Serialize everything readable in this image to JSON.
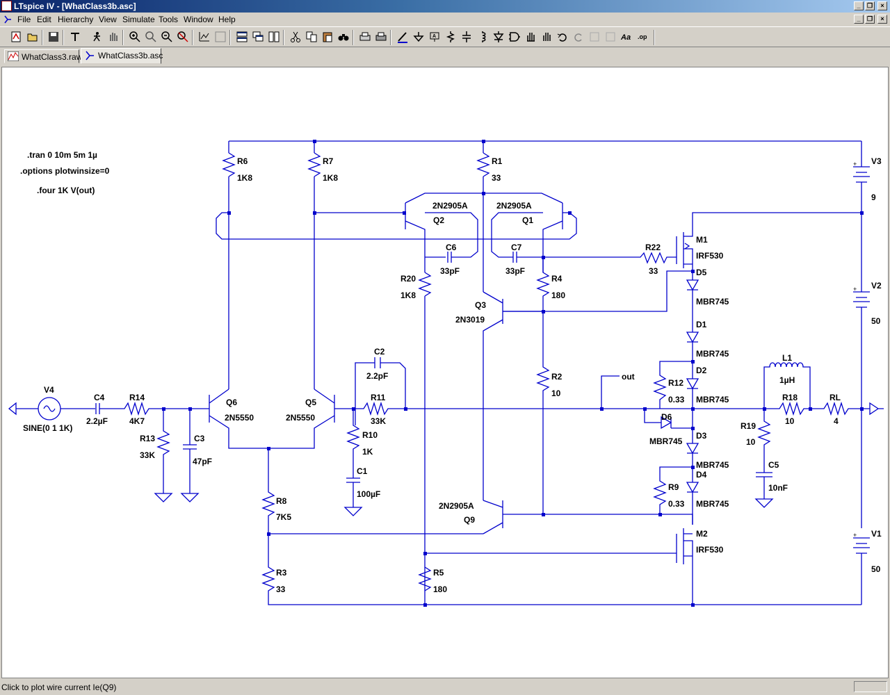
{
  "window": {
    "title": "LTspice IV - [WhatClass3b.asc]"
  },
  "menu": [
    "File",
    "Edit",
    "Hierarchy",
    "View",
    "Simulate",
    "Tools",
    "Window",
    "Help"
  ],
  "tabs": [
    {
      "label": "WhatClass3.raw",
      "active": false,
      "icon": "waveform-icon"
    },
    {
      "label": "WhatClass3b.asc",
      "active": true,
      "icon": "schematic-icon"
    }
  ],
  "status": {
    "text": "Click to plot wire current Ie(Q9)"
  },
  "colors": {
    "wire": "#0000cc",
    "accent": "#0a246a"
  },
  "schematic": {
    "directives": [
      ".tran 0 10m 5m 1µ",
      ".options plotwinsize=0",
      ".four 1K V(out)"
    ],
    "net_label": "out",
    "components": [
      {
        "ref": "R6",
        "value": "1K8"
      },
      {
        "ref": "R7",
        "value": "1K8"
      },
      {
        "ref": "R1",
        "value": "33"
      },
      {
        "ref": "V3",
        "value": "9"
      },
      {
        "ref": "V2",
        "value": "50"
      },
      {
        "ref": "V1",
        "value": "50"
      },
      {
        "ref": "Q2",
        "value": "2N2905A"
      },
      {
        "ref": "Q1",
        "value": "2N2905A"
      },
      {
        "ref": "C6",
        "value": "33pF"
      },
      {
        "ref": "C7",
        "value": "33pF"
      },
      {
        "ref": "M1",
        "value": "IRF530"
      },
      {
        "ref": "R22",
        "value": "33"
      },
      {
        "ref": "D5",
        "value": "MBR745"
      },
      {
        "ref": "R20",
        "value": "1K8"
      },
      {
        "ref": "R4",
        "value": "180"
      },
      {
        "ref": "Q3",
        "value": "2N3019"
      },
      {
        "ref": "D1",
        "value": "MBR745"
      },
      {
        "ref": "D2",
        "value": "MBR745"
      },
      {
        "ref": "R12",
        "value": "0.33"
      },
      {
        "ref": "L1",
        "value": "1µH"
      },
      {
        "ref": "C2",
        "value": "2.2pF"
      },
      {
        "ref": "R2",
        "value": "10"
      },
      {
        "ref": "V4",
        "value": "SINE(0 1 1K)"
      },
      {
        "ref": "C4",
        "value": "2.2µF"
      },
      {
        "ref": "R14",
        "value": "4K7"
      },
      {
        "ref": "Q6",
        "value": "2N5550"
      },
      {
        "ref": "Q5",
        "value": "2N5550"
      },
      {
        "ref": "R11",
        "value": "33K"
      },
      {
        "ref": "R18",
        "value": "10"
      },
      {
        "ref": "RL",
        "value": "4"
      },
      {
        "ref": "R13",
        "value": "33K"
      },
      {
        "ref": "C3",
        "value": "47pF"
      },
      {
        "ref": "R10",
        "value": "1K"
      },
      {
        "ref": "D6",
        "value": "MBR745"
      },
      {
        "ref": "D3",
        "value": "MBR745"
      },
      {
        "ref": "R19",
        "value": "10"
      },
      {
        "ref": "C1",
        "value": "100µF"
      },
      {
        "ref": "C5",
        "value": "10nF"
      },
      {
        "ref": "D4",
        "value": "MBR745"
      },
      {
        "ref": "R8",
        "value": "7K5"
      },
      {
        "ref": "R9",
        "value": "0.33"
      },
      {
        "ref": "Q9",
        "value": "2N2905A"
      },
      {
        "ref": "M2",
        "value": "IRF530"
      },
      {
        "ref": "R3",
        "value": "33"
      },
      {
        "ref": "R5",
        "value": "180"
      }
    ]
  }
}
